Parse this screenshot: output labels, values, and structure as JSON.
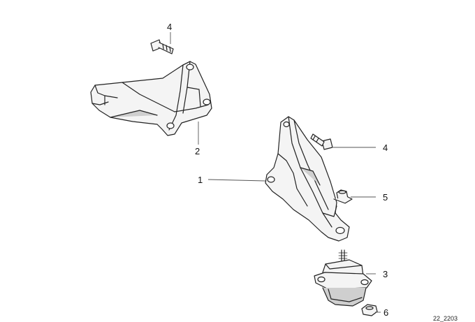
{
  "callouts": [
    {
      "id": "bolt-top",
      "number": "4"
    },
    {
      "id": "bracket-upper",
      "number": "2"
    },
    {
      "id": "bracket-main",
      "number": "1"
    },
    {
      "id": "bolt-right",
      "number": "4"
    },
    {
      "id": "nut",
      "number": "5"
    },
    {
      "id": "engine-mount",
      "number": "3"
    },
    {
      "id": "nut-small",
      "number": "6"
    }
  ],
  "reference_code": "22_2203",
  "colors": {
    "line": "#222222",
    "leader": "#555555",
    "shade": "#cfcfcf",
    "fill": "#f4f4f4"
  }
}
